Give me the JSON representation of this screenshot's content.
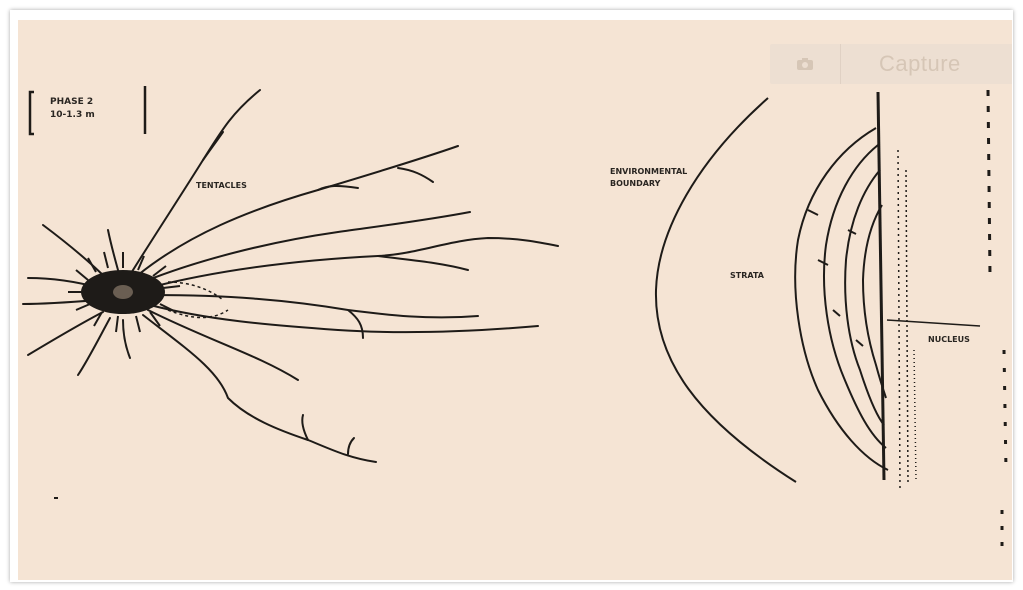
{
  "diagram": {
    "scale_label_line1": "PHASE 2",
    "scale_label_line2": "10-1.3 m",
    "label_tentacles": "TENTACLES",
    "label_boundary_line1": "ENVIRONMENTAL",
    "label_boundary_line2": "BOUNDARY",
    "label_strata": "STRATA",
    "label_nucleus": "NUCLEUS"
  },
  "toolbar": {
    "capture_label": "Capture",
    "capture_icon": "camera-icon"
  },
  "colors": {
    "background": "#f5e4d4",
    "ink": "#1e1b18"
  }
}
